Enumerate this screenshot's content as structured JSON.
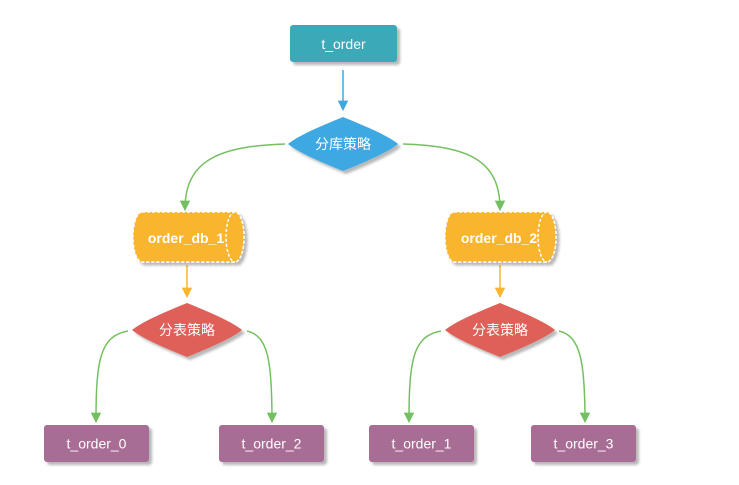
{
  "diagram": {
    "root": {
      "label": "t_order",
      "color": "#3aa9b8"
    },
    "db_strategy": {
      "label": "分库策略",
      "color": "#3ea8e2"
    },
    "databases": [
      {
        "label": "order_db_1",
        "color": "#f9b52f"
      },
      {
        "label": "order_db_2",
        "color": "#f9b52f"
      }
    ],
    "table_strategies": [
      {
        "label": "分表策略",
        "color": "#de6158"
      },
      {
        "label": "分表策略",
        "color": "#de6158"
      }
    ],
    "tables": [
      {
        "label": "t_order_0",
        "color": "#a86d95"
      },
      {
        "label": "t_order_2",
        "color": "#a86d95"
      },
      {
        "label": "t_order_1",
        "color": "#a86d95"
      },
      {
        "label": "t_order_3",
        "color": "#a86d95"
      }
    ],
    "edge_colors": {
      "root_to_strategy": "#3ea8e2",
      "strategy_to_db": "#74c061",
      "db_to_table_strategy": "#f9b52f",
      "table_strategy_to_table": "#74c061"
    }
  }
}
